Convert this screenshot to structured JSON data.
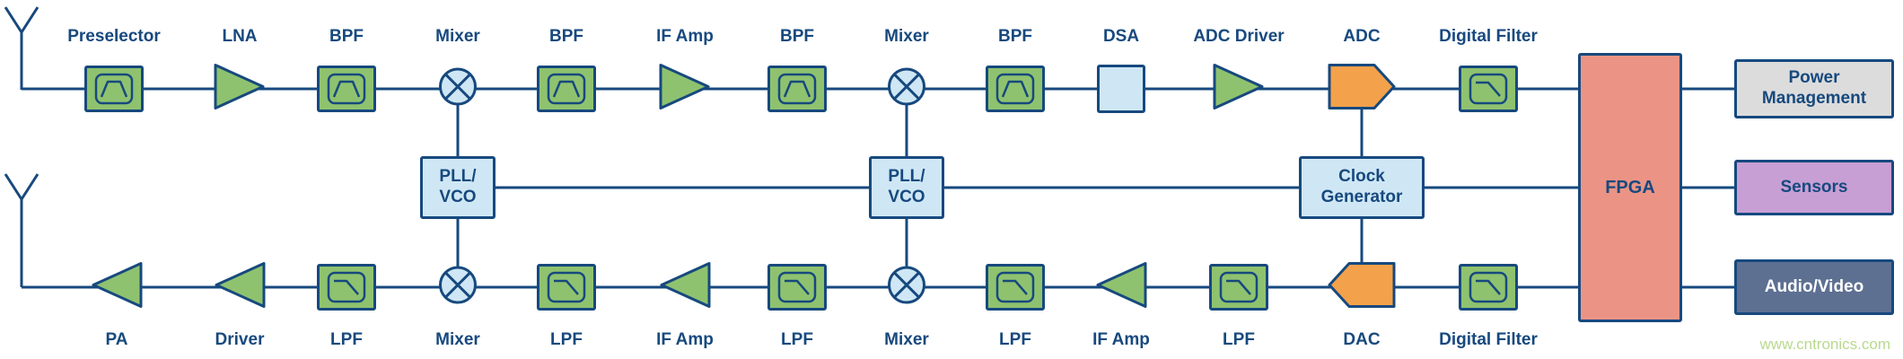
{
  "diagram": {
    "watermark": "www.cntronics.com",
    "palette": {
      "navy_line_text": "#17497e",
      "green_block": "#8fc26f",
      "light_blue_block": "#cfe7f5",
      "orange_converter": "#f4a14b",
      "fpga_salmon": "#eb9486",
      "power_gray": "#dcdcdc",
      "sensors_purple": "#c89fd4",
      "audio_video_dark": "#5d7092",
      "watermark_green": "#b9d98e"
    },
    "icons": {
      "rx_antenna": "antenna-mast",
      "tx_antenna": "antenna-mast",
      "mixer": "circle-with-x",
      "bandpass_filter": "bandpass-response-curve",
      "lowpass_filter": "lowpass-response-curve",
      "amplifier": "triangle"
    },
    "rx": {
      "labels": {
        "preselector": "Preselector",
        "lna": "LNA",
        "bpf1": "BPF",
        "mixer1": "Mixer",
        "bpf2": "BPF",
        "if_amp": "IF Amp",
        "bpf3": "BPF",
        "mixer2": "Mixer",
        "bpf4": "BPF",
        "dsa": "DSA",
        "adc_driver": "ADC Driver",
        "adc": "ADC",
        "digital_filter": "Digital Filter"
      }
    },
    "tx": {
      "labels": {
        "pa": "PA",
        "driver": "Driver",
        "lpf1": "LPF",
        "mixer1": "Mixer",
        "lpf2": "LPF",
        "if_amp1": "IF Amp",
        "lpf3": "LPF",
        "mixer2": "Mixer",
        "lpf4": "LPF",
        "if_amp2": "IF Amp",
        "lpf5": "LPF",
        "dac": "DAC",
        "digital_filter": "Digital Filter"
      }
    },
    "lo": {
      "pll_vco_1": "PLL/ VCO",
      "pll_vco_2": "PLL/ VCO",
      "clock_generator": "Clock Generator"
    },
    "fpga": "FPGA",
    "peripherals": {
      "power_management": "Power Management",
      "sensors": "Sensors",
      "audio_video": "Audio/Video"
    }
  }
}
